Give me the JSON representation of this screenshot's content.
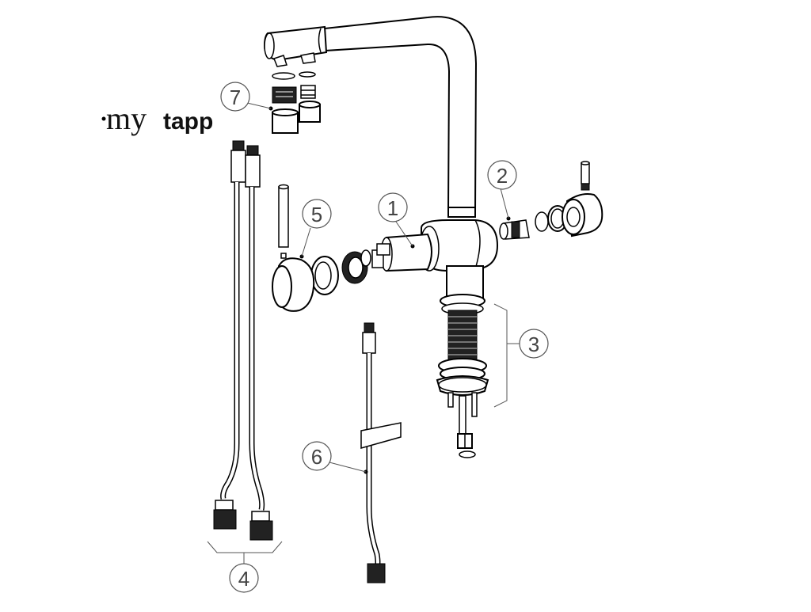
{
  "brand": {
    "prefix": "my",
    "suffix": "tapp"
  },
  "callouts": [
    {
      "id": "1",
      "label": "1"
    },
    {
      "id": "2",
      "label": "2"
    },
    {
      "id": "3",
      "label": "3"
    },
    {
      "id": "4",
      "label": "4"
    },
    {
      "id": "5",
      "label": "5"
    },
    {
      "id": "6",
      "label": "6"
    },
    {
      "id": "7",
      "label": "7"
    }
  ],
  "colors": {
    "line": "#000000",
    "callout": "#555555",
    "background": "#ffffff"
  }
}
